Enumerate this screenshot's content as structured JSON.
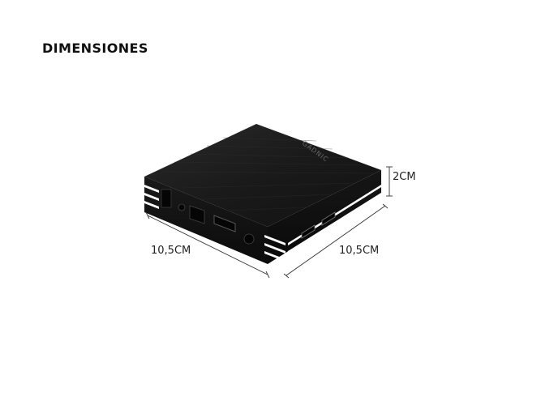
{
  "heading": "DIMENSIONES",
  "product": {
    "brand_mark": "GADNIC",
    "body_color": "#141414",
    "top_color": "#1c1c1c"
  },
  "dimensions": {
    "width_label": "10,5CM",
    "depth_label": "10,5CM",
    "height_label": "2CM"
  },
  "ports": [
    "power-jack",
    "hdmi-port",
    "ethernet-port",
    "av-port",
    "optical-port",
    "usb-port",
    "usb-port"
  ]
}
